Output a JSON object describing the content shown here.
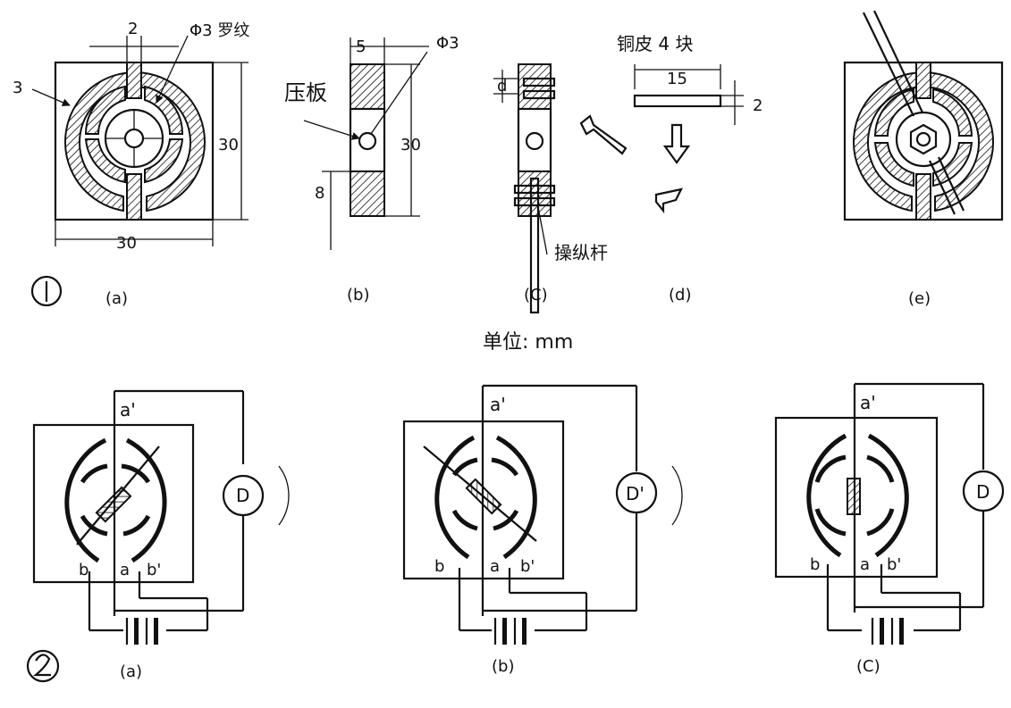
{
  "figure1": {
    "number": "①",
    "dims_a": {
      "slot": "2",
      "thread": "Φ3 罗纹",
      "ring": "3",
      "height": "30",
      "width": "30"
    },
    "dims_b": {
      "thickness": "5",
      "hole": "Φ3",
      "plate": "压板",
      "height": "30",
      "bottom": "8"
    },
    "dim_c": "d",
    "copper": {
      "title": "铜皮 4 块",
      "length": "15",
      "thick": "2"
    },
    "lever": "操纵杆",
    "unit": "单位: mm",
    "panel_labels": [
      "(a)",
      "(b)",
      "(C)",
      "(d)",
      "(e)"
    ]
  },
  "figure2": {
    "number": "②",
    "terminals": {
      "top": "a'",
      "left": "b",
      "mid": "a",
      "right": "b'"
    },
    "right_variants": [
      "b'",
      "b'",
      "b'"
    ],
    "motor": [
      "D",
      "D'",
      "D"
    ],
    "panel_labels": [
      "(a)",
      "(b)",
      "(C)"
    ]
  }
}
